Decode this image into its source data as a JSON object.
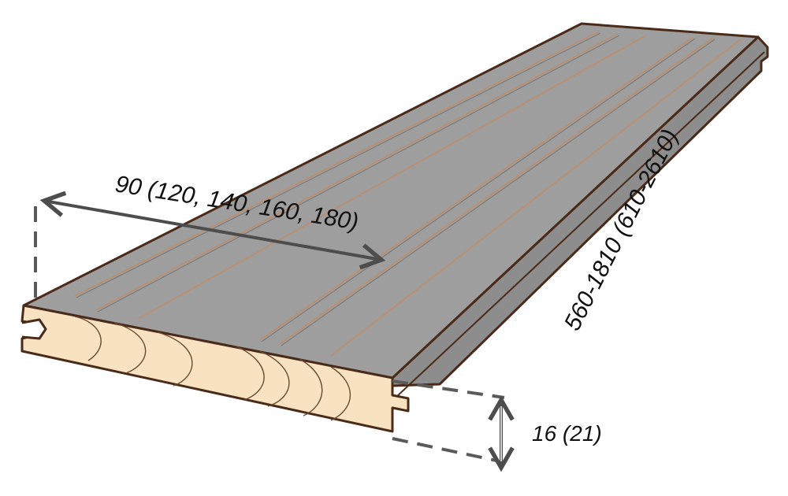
{
  "diagram": {
    "width_label": "90 (120, 140, 160, 180)",
    "length_label": "560-1810 (610-2610)",
    "thickness_label": "16 (21)"
  },
  "colors": {
    "top_face": "#9e9e9e",
    "end_grain": "#f8e2c1",
    "outline": "#4a2a18",
    "groove": "#b89074",
    "grain_line": "#6b4a30",
    "dimension_line": "#4d4d4d",
    "dashed_line": "#5a5a5a"
  }
}
